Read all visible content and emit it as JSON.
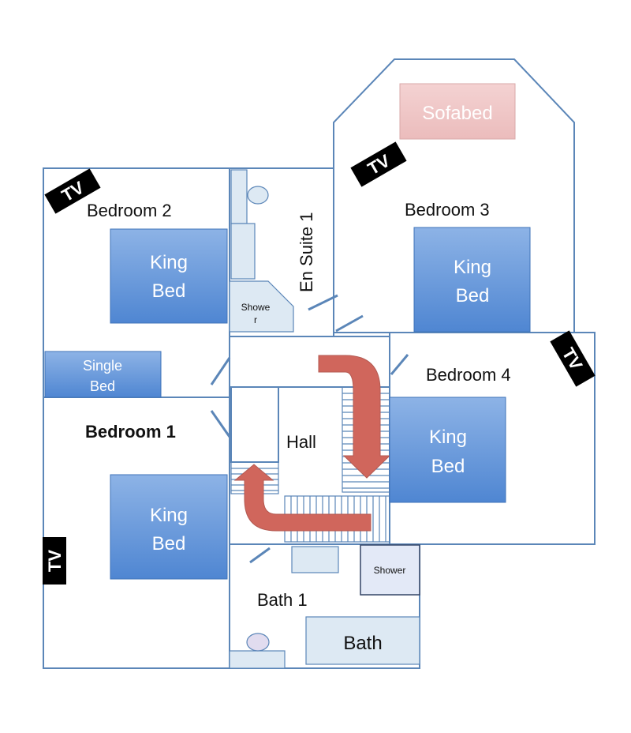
{
  "rooms": {
    "bedroom2": "Bedroom 2",
    "bedroom1": "Bedroom 1",
    "bedroom3": "Bedroom 3",
    "bedroom4": "Bedroom 4",
    "ensuite": "En Suite 1",
    "hall": "Hall",
    "bath1": "Bath 1"
  },
  "furniture": {
    "bed2_l1": "King",
    "bed2_l2": "Bed",
    "bed1_l1": "King",
    "bed1_l2": "Bed",
    "bed3_l1": "King",
    "bed3_l2": "Bed",
    "bed4_l1": "King",
    "bed4_l2": "Bed",
    "single_l1": "Single",
    "single_l2": "Bed",
    "sofabed": "Sofabed",
    "ensuite_shower_l1": "Showe",
    "ensuite_shower_l2": "r",
    "bath_shower": "Shower",
    "bath": "Bath"
  },
  "tv": {
    "label": "TV"
  },
  "colors": {
    "wall": "#5b86b8",
    "bed_fill": "#5b8fd6",
    "sofabed_fill": "#f0c4c4",
    "arrow": "#d0665c",
    "tv_fill": "#000000"
  }
}
